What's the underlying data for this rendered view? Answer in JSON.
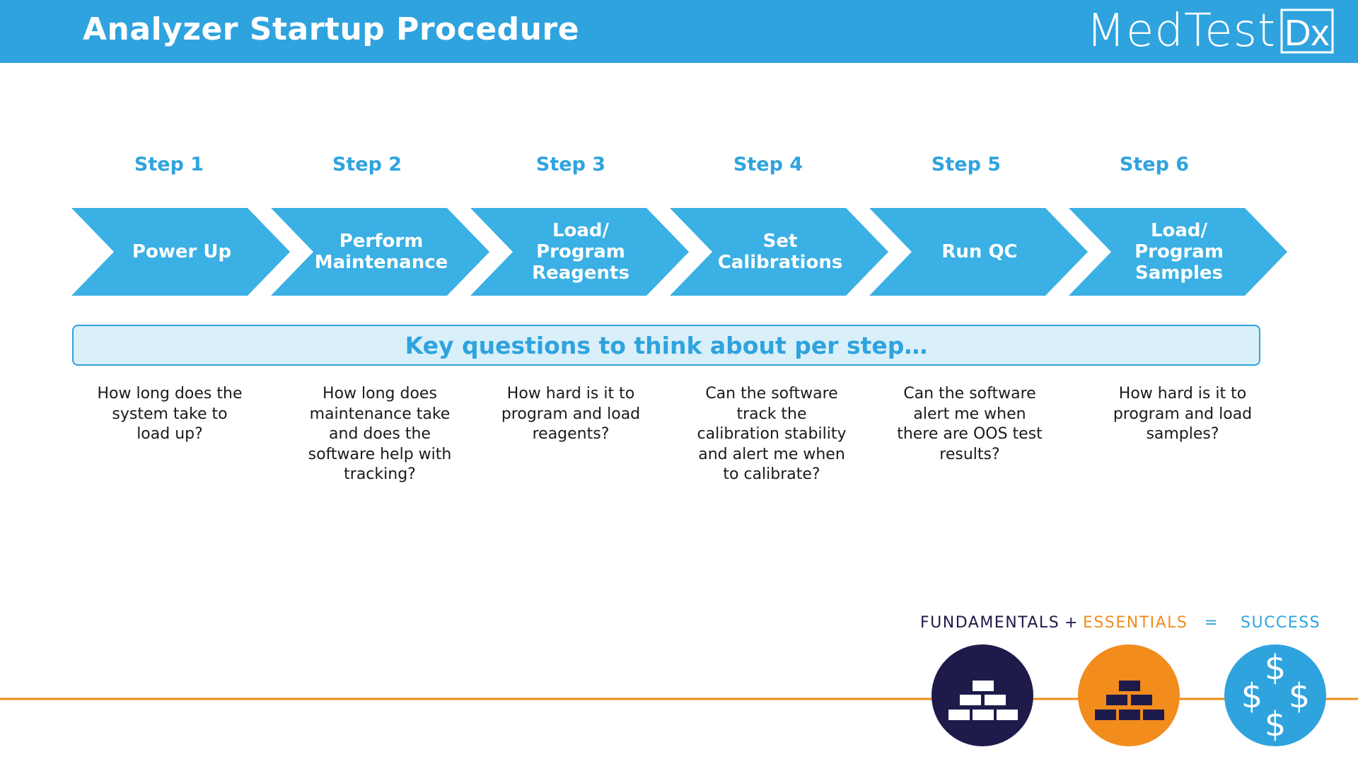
{
  "header": {
    "title": "Analyzer Startup Procedure",
    "logo_text": "MedTest",
    "logo_mark": "Dx"
  },
  "steps": [
    {
      "label": "Step 1",
      "name": "Power Up",
      "question": "How long does the\nsystem take to\nload up?"
    },
    {
      "label": "Step 2",
      "name": "Perform\nMaintenance",
      "question": "How long does\nmaintenance take\nand does the\nsoftware help with\ntracking?"
    },
    {
      "label": "Step 3",
      "name": "Load/\nProgram\nReagents",
      "question": "How hard is it to\nprogram and load\nreagents?"
    },
    {
      "label": "Step 4",
      "name": "Set\nCalibrations",
      "question": "Can the software\ntrack the\ncalibration stability\nand alert me when\nto calibrate?"
    },
    {
      "label": "Step 5",
      "name": "Run QC",
      "question": "Can the software\nalert me when\nthere are OOS test\nresults?"
    },
    {
      "label": "Step 6",
      "name": "Load/\nProgram\nSamples",
      "question": "How hard is it to\nprogram and load\nsamples?"
    }
  ],
  "banner": {
    "text": "Key questions to think about per step…"
  },
  "formula": {
    "fundamentals": "FUNDAMENTALS",
    "plus": "+",
    "essentials": "ESSENTIALS",
    "equals": "=",
    "success": "SUCCESS"
  },
  "icons": {
    "fundamentals": "bricks-icon",
    "essentials": "bricks-icon",
    "success": "dollar-signs-icon"
  },
  "colors": {
    "brand_blue": "#2fa3de",
    "chevron_blue": "#3ab0e4",
    "banner_fill": "#d9eff9",
    "navy": "#1e1b4b",
    "orange": "#f28c1c"
  }
}
